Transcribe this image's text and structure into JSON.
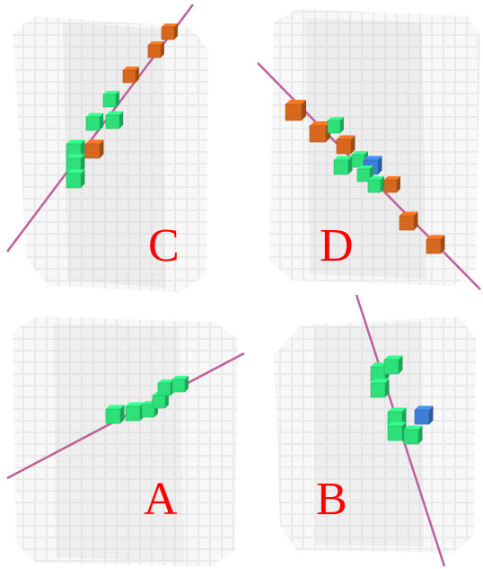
{
  "panels": [
    {
      "id": "C",
      "letter": "C"
    },
    {
      "id": "D",
      "letter": "D"
    },
    {
      "id": "A",
      "letter": "A"
    },
    {
      "id": "B",
      "letter": "B"
    }
  ],
  "colors": {
    "grid_voxel": "#c8c8c8",
    "track_line": "#c0609a",
    "green_voxel": "#2ee07a",
    "orange_voxel": "#d9681f",
    "blue_voxel": "#3d7fd6",
    "letter": "#ff0000"
  },
  "legend_semantics": [
    "green-voxel",
    "orange-voxel",
    "blue-voxel",
    "grid-voxel",
    "track-line"
  ]
}
